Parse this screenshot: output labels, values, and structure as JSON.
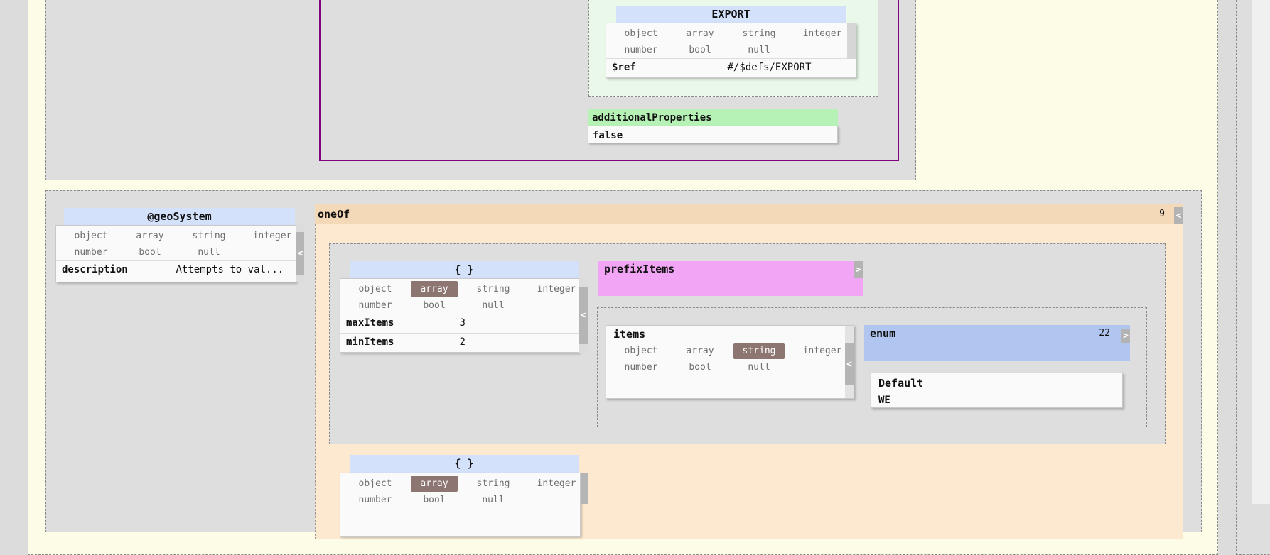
{
  "colors": {
    "page_bg": "#dcdcdc",
    "panel_yellow": "#fcfce7",
    "box_gray": "#dedede",
    "green_panel_bg": "#e9f8e9",
    "green_header": "#b6f2b6",
    "blue_header": "#d3e1fa",
    "enum_blue": "#b0c6f0",
    "pink_header": "#f1a5f4",
    "tan_header": "#f4d9b8",
    "orange_body": "#fce9cf",
    "purple_border": "#800080",
    "selected_type_chip": "#8d7672",
    "white_box": "#fafafa"
  },
  "type_options": {
    "row1": [
      "object",
      "array",
      "string",
      "integer"
    ],
    "row2": [
      "number",
      "bool",
      "null"
    ]
  },
  "widgets": {
    "export": {
      "title": "EXPORT",
      "selected_type": null,
      "rows": [
        {
          "label": "$ref",
          "value": "#/$defs/EXPORT"
        }
      ]
    },
    "additional_properties": {
      "label": "additionalProperties",
      "value": "false"
    },
    "geo_system": {
      "title": "@geoSystem",
      "selected_type": null,
      "rows": [
        {
          "label": "description",
          "value": "Attempts to val..."
        }
      ],
      "collapse_arrow": "<"
    },
    "one_of": {
      "label": "oneOf",
      "count": "9",
      "collapse_arrow": "<"
    },
    "tuple_schema": {
      "title": "{ }",
      "selected_type": "array",
      "rows": [
        {
          "label": "maxItems",
          "value": "3"
        },
        {
          "label": "minItems",
          "value": "2"
        }
      ],
      "collapse_arrow": "<"
    },
    "prefix_items": {
      "label": "prefixItems",
      "expand_arrow": ">"
    },
    "items": {
      "title": "items",
      "selected_type": "string",
      "collapse_arrow": "<"
    },
    "enum": {
      "label": "enum",
      "count": "22",
      "expand_arrow": ">",
      "default": {
        "label": "Default",
        "value": "WE"
      }
    },
    "tuple_schema_2": {
      "title": "{ }",
      "selected_type": "array",
      "collapse_arrow": "<"
    }
  }
}
